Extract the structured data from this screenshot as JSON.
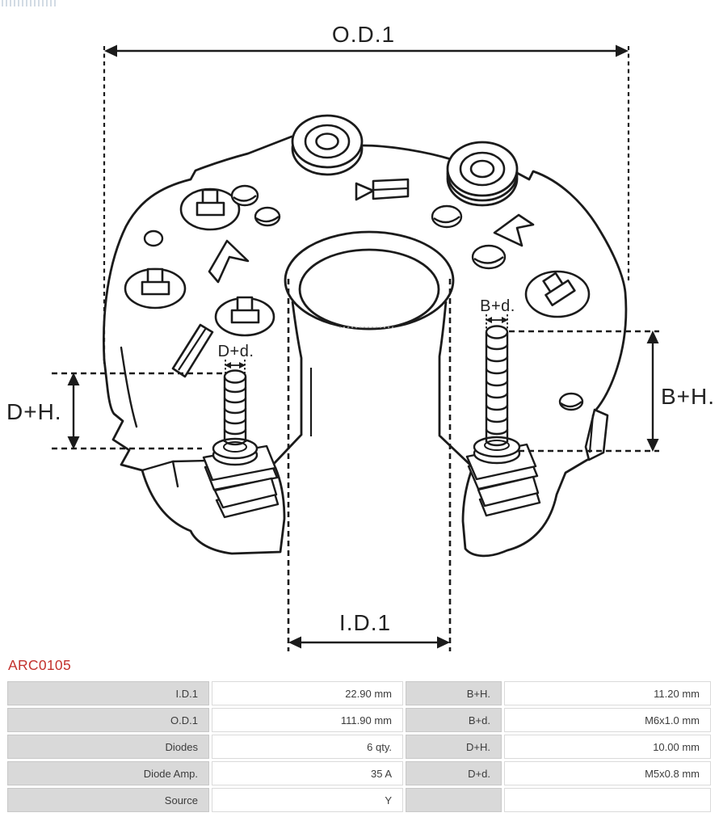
{
  "part_number": "ARC0105",
  "accent_color": "#c3312d",
  "diagram": {
    "labels": {
      "od1": "O.D.1",
      "id1": "I.D.1",
      "dh": "D+H.",
      "bh": "B+H.",
      "bd": "B+d.",
      "dd": "D+d."
    }
  },
  "spec_table": {
    "rows": [
      {
        "label_left": "I.D.1",
        "value_left": "22.90 mm",
        "label_right": "B+H.",
        "value_right": "11.20 mm"
      },
      {
        "label_left": "O.D.1",
        "value_left": "111.90 mm",
        "label_right": "B+d.",
        "value_right": "M6x1.0 mm"
      },
      {
        "label_left": "Diodes",
        "value_left": "6 qty.",
        "label_right": "D+H.",
        "value_right": "10.00 mm"
      },
      {
        "label_left": "Diode Amp.",
        "value_left": "35 A",
        "label_right": "D+d.",
        "value_right": "M5x0.8 mm"
      },
      {
        "label_left": "Source",
        "value_left": "Y",
        "label_right": "",
        "value_right": ""
      }
    ]
  }
}
